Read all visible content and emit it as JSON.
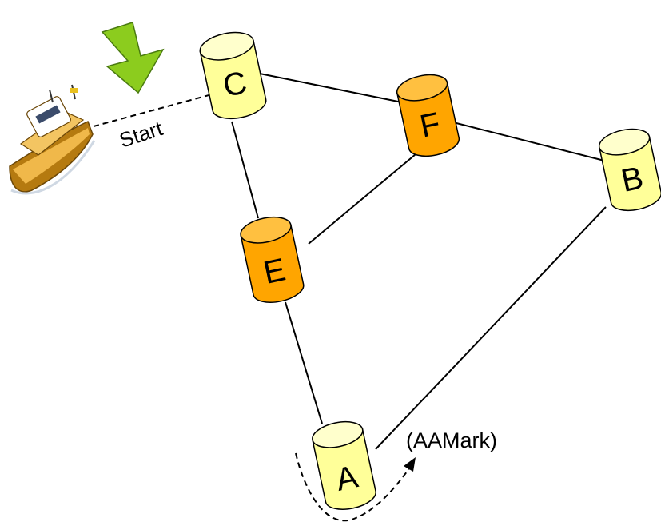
{
  "start_label": "Start",
  "mark_label": "(AAMark)",
  "colors": {
    "light_buoy": "#ffff99",
    "light_buoy_top": "#ffffcc",
    "dark_buoy": "#ffa500",
    "dark_buoy_top": "#ffc040",
    "arrow_green": "#8ccc1e",
    "boat_hull": "#c88a10"
  },
  "buoys": [
    {
      "id": "A",
      "label": "A",
      "style": "light"
    },
    {
      "id": "B",
      "label": "B",
      "style": "light"
    },
    {
      "id": "C",
      "label": "C",
      "style": "light"
    },
    {
      "id": "E",
      "label": "E",
      "style": "dark"
    },
    {
      "id": "F",
      "label": "F",
      "style": "dark"
    }
  ],
  "connections": [
    {
      "from": "C",
      "to": "F"
    },
    {
      "from": "F",
      "to": "B"
    },
    {
      "from": "C",
      "to": "E"
    },
    {
      "from": "E",
      "to": "F"
    },
    {
      "from": "E",
      "to": "A"
    },
    {
      "from": "A",
      "to": "B"
    }
  ],
  "icons": [
    "boat-icon",
    "down-arrow-icon"
  ]
}
